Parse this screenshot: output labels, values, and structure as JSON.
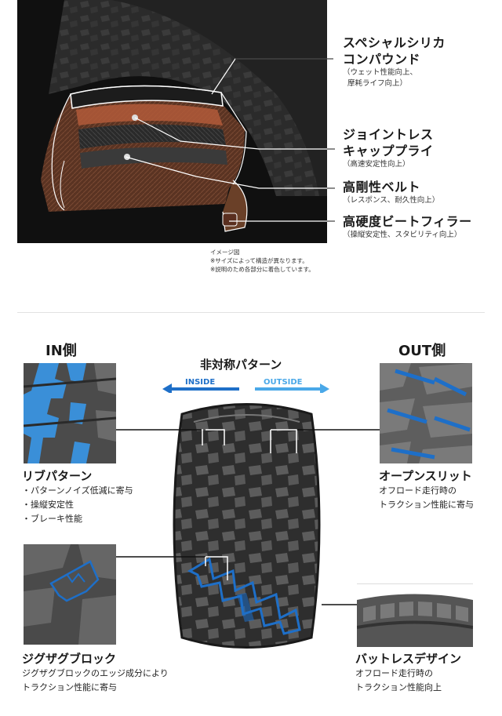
{
  "structure": {
    "features": [
      {
        "title_lines": [
          "スペシャルシリカ",
          "コンパウンド"
        ],
        "sub_lines": [
          "（ウェット性能向上、",
          "摩耗ライフ向上）"
        ]
      },
      {
        "title_lines": [
          "ジョイントレス",
          "キャッププライ"
        ],
        "sub_lines": [
          "（高速安定性向上）"
        ]
      },
      {
        "title_lines": [
          "高剛性ベルト"
        ],
        "sub_lines": [
          "（レスポンス、耐久性向上）"
        ]
      },
      {
        "title_lines": [
          "高硬度ビートフィラー"
        ],
        "sub_lines": [
          "（操縦安定性、スタビリティ向上）"
        ]
      }
    ],
    "notes": [
      "イメージ図",
      "※サイズによって構造が異なります。",
      "※説明のため各部分に着色しています。"
    ]
  },
  "pattern": {
    "in_title": "IN側",
    "out_title": "OUT側",
    "center_title": "非対称パターン",
    "inside_label": "INSIDE",
    "outside_label": "OUTSIDE",
    "rib": {
      "title": "リブパターン",
      "items": [
        "・パターンノイズ低減に寄与",
        "・操縦安定性",
        "・ブレーキ性能"
      ]
    },
    "open_slit": {
      "title": "オープンスリット",
      "lines": [
        "オフロード走行時の",
        "トラクション性能に寄与"
      ]
    },
    "zigzag": {
      "title": "ジグザグブロック",
      "lines": [
        "ジグザグブロックのエッジ成分により",
        "トラクション性能に寄与"
      ]
    },
    "buttress": {
      "title": "バットレスデザイン",
      "lines": [
        "オフロード走行時の",
        "トラクション性能向上"
      ]
    }
  },
  "colors": {
    "accent_blue": "#1e6fc8",
    "light_blue": "#4aa8e8",
    "dark": "#0d0d0d"
  }
}
